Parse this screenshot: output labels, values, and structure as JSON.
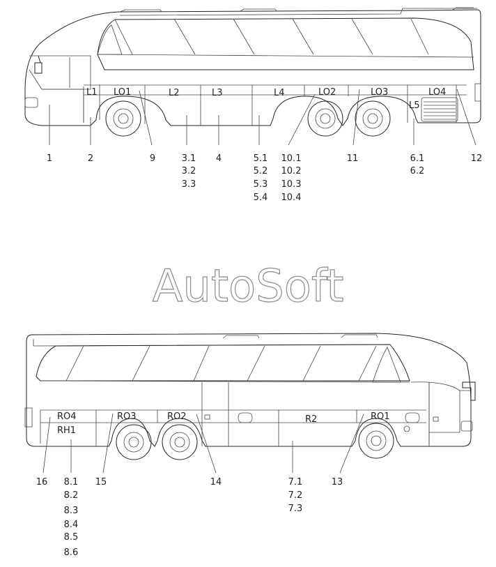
{
  "watermark": "AutoSoft",
  "top_view": {
    "panels": [
      "L1",
      "LO1",
      "L2",
      "L3",
      "L4",
      "LO2",
      "LO3",
      "LO4",
      "L5"
    ],
    "callouts": {
      "c1": [
        "1"
      ],
      "c2": [
        "2"
      ],
      "c9": [
        "9"
      ],
      "c3": [
        "3.1",
        "3.2",
        "3.3"
      ],
      "c4": [
        "4"
      ],
      "c5": [
        "5.1",
        "5.2",
        "5.3",
        "5.4"
      ],
      "c10": [
        "10.1",
        "10.2",
        "10.3",
        "10.4"
      ],
      "c11": [
        "11"
      ],
      "c6": [
        "6.1",
        "6.2"
      ],
      "c12": [
        "12"
      ]
    }
  },
  "bottom_view": {
    "panels": [
      "RO4",
      "RH1",
      "RO3",
      "RO2",
      "R2",
      "RO1"
    ],
    "callouts": {
      "c16": [
        "16"
      ],
      "c8": [
        "8.1",
        "8.2",
        "8.3",
        "8.4",
        "8.5",
        "8.6"
      ],
      "c15": [
        "15"
      ],
      "c14": [
        "14"
      ],
      "c7": [
        "7.1",
        "7.2",
        "7.3"
      ],
      "c13": [
        "13"
      ]
    }
  }
}
